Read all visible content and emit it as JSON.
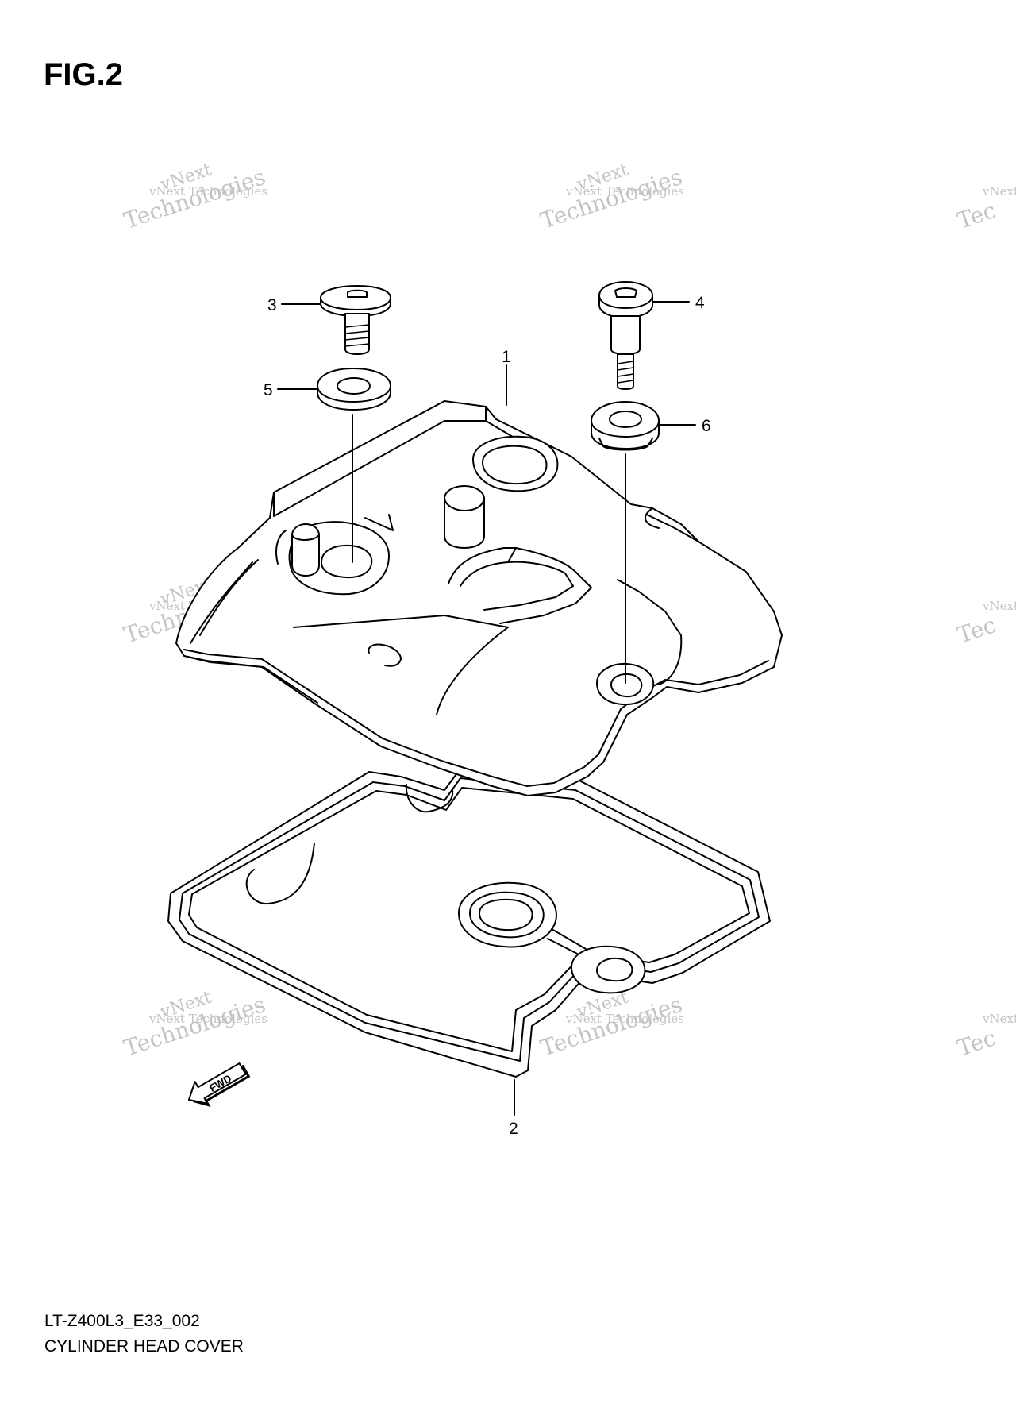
{
  "figure": {
    "title": "FIG.2"
  },
  "footer": {
    "code": "LT-Z400L3_E33_002",
    "name": "CYLINDER HEAD COVER"
  },
  "callouts": [
    "1",
    "2",
    "3",
    "4",
    "5",
    "6"
  ],
  "watermark": {
    "line1": "vNext",
    "line2": "vNext Technologies",
    "line3": "Technologies"
  },
  "fwd": {
    "label": "FWD"
  }
}
